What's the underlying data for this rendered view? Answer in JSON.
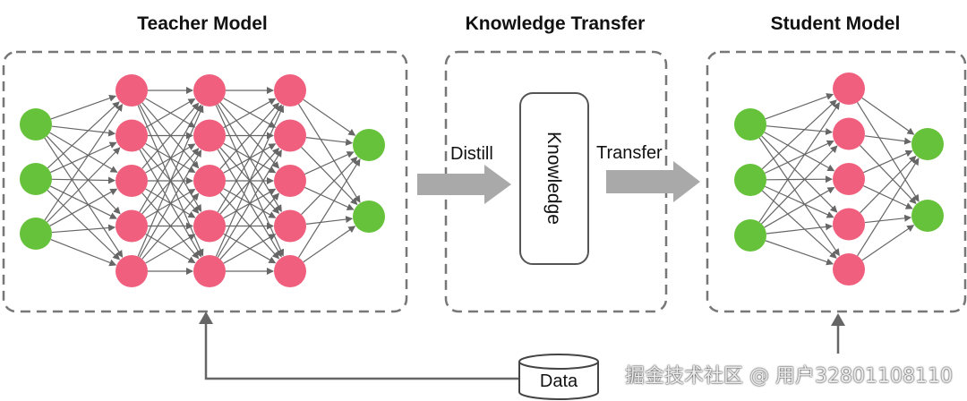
{
  "titles": {
    "teacher": "Teacher Model",
    "transfer": "Knowledge Transfer",
    "student": "Student Model"
  },
  "arrows": {
    "distill": "Distill",
    "transfer": "Transfer"
  },
  "knowledge_box": {
    "label": "Knowledge"
  },
  "data_store": {
    "label": "Data"
  },
  "watermark": "掘金技术社区 @ 用户32801108110",
  "networks": {
    "teacher": {
      "layers": [
        3,
        5,
        5,
        5,
        2
      ]
    },
    "student": {
      "layers": [
        3,
        5,
        2
      ]
    }
  },
  "colors": {
    "input_output_node": "#66c23a",
    "hidden_node": "#f0607e",
    "edge": "#666666",
    "dashed_border": "#777777",
    "big_arrow": "#a9a9a9",
    "text": "#111111"
  }
}
